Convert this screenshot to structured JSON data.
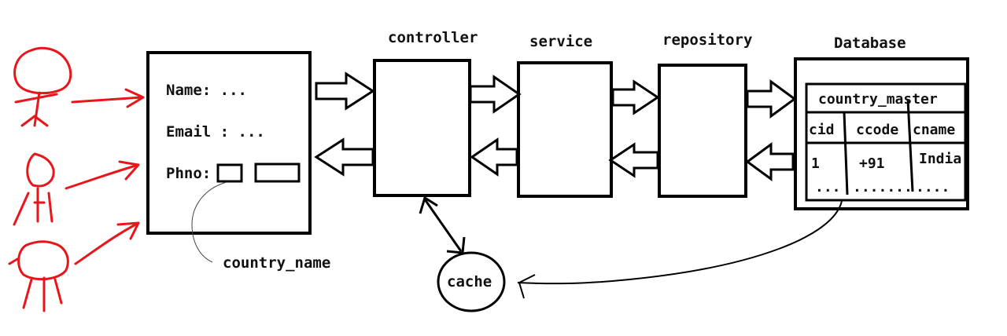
{
  "labels": {
    "controller": "controller",
    "service": "service",
    "repository": "repository",
    "database": "Database",
    "cache": "cache",
    "country_name": "country_name"
  },
  "form": {
    "name": "Name: ...",
    "email": "Email : ...",
    "phno": "Phno:"
  },
  "table": {
    "title": "country_master",
    "headers": [
      "cid",
      "ccode",
      "cname"
    ],
    "row": [
      "1",
      "+91",
      "India"
    ],
    "ellipsis": [
      "...",
      ".......",
      "...."
    ]
  },
  "colors": {
    "users": "#e8161b",
    "lines": "#000000"
  }
}
